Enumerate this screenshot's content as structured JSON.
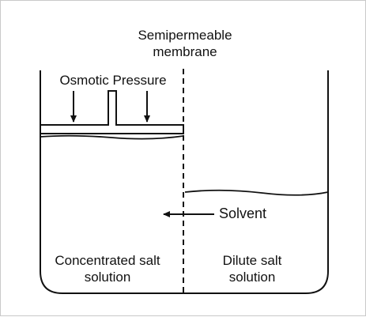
{
  "labels": {
    "membrane": [
      "Semipermeable",
      "membrane"
    ],
    "osmotic_pressure": "Osmotic Pressure",
    "solvent": "Solvent",
    "left_solution": [
      "Concentrated salt",
      "solution"
    ],
    "right_solution": [
      "Dilute salt",
      "solution"
    ]
  },
  "colors": {
    "line": "#111111",
    "frame": "#c9c9c9",
    "background": "#ffffff"
  }
}
